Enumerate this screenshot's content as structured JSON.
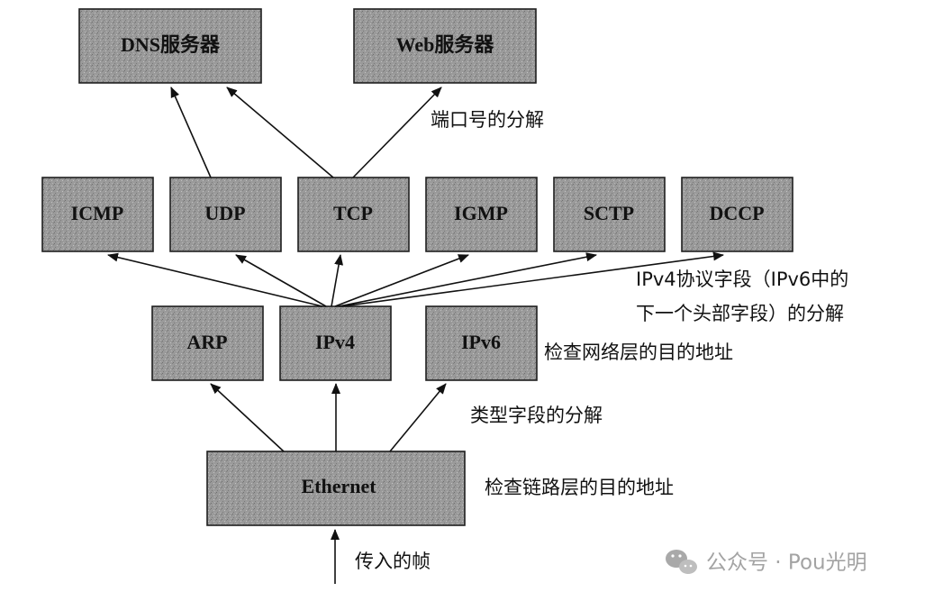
{
  "boxes": {
    "dns": "DNS服务器",
    "web": "Web服务器",
    "icmp": "ICMP",
    "udp": "UDP",
    "tcp": "TCP",
    "igmp": "IGMP",
    "sctp": "SCTP",
    "dccp": "DCCP",
    "arp": "ARP",
    "ipv4": "IPv4",
    "ipv6": "IPv6",
    "ethernet": "Ethernet"
  },
  "notes": {
    "port_demux": "端口号的分解",
    "protocol_demux_line1": "IPv4协议字段（IPv6中的",
    "protocol_demux_line2": "下一个头部字段）的分解",
    "check_network_addr": "检查网络层的目的地址",
    "type_demux": "类型字段的分解",
    "check_link_addr": "检查链路层的目的地址",
    "incoming_frame": "传入的帧"
  },
  "watermark": {
    "text": "公众号 · Pou光明",
    "icon": "wechat-icon"
  },
  "colors": {
    "box_fill": "#9a9a9a",
    "line": "#111111",
    "watermark": "#9a9a9a"
  }
}
